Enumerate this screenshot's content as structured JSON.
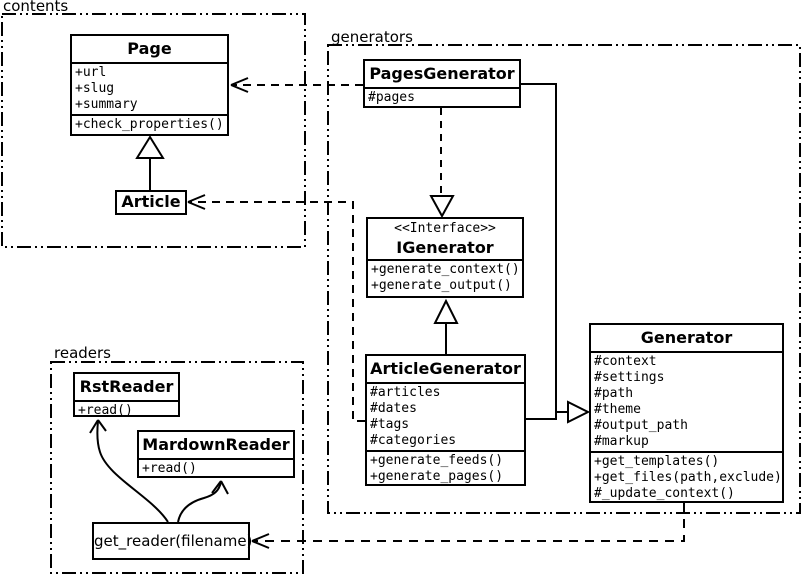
{
  "diagram": {
    "packages": {
      "contents": {
        "label": "contents"
      },
      "generators": {
        "label": "generators"
      },
      "readers": {
        "label": "readers"
      }
    },
    "classes": {
      "page": {
        "title": "Page",
        "attributes": [
          "+url",
          "+slug",
          "+summary"
        ],
        "methods": [
          "+check_properties()"
        ]
      },
      "article": {
        "title": "Article"
      },
      "pages_generator": {
        "title": "PagesGenerator",
        "attributes": [
          "#pages"
        ]
      },
      "igenerator": {
        "stereotype": "<<Interface>>",
        "title": "IGenerator",
        "methods": [
          "+generate_context()",
          "+generate_output()"
        ]
      },
      "article_generator": {
        "title": "ArticleGenerator",
        "attributes": [
          "#articles",
          "#dates",
          "#tags",
          "#categories"
        ],
        "methods": [
          "+generate_feeds()",
          "+generate_pages()"
        ]
      },
      "generator": {
        "title": "Generator",
        "attributes": [
          "#context",
          "#settings",
          "#path",
          "#theme",
          "#output_path",
          "#markup"
        ],
        "methods": [
          "+get_templates()",
          "+get_files(path,exclude)",
          "#_update_context()"
        ]
      },
      "rst_reader": {
        "title": "RstReader",
        "methods": [
          "+read()"
        ]
      },
      "markdown_reader": {
        "title": "MardownReader",
        "methods": [
          "+read()"
        ]
      },
      "get_reader": {
        "title": "get_reader(filename)"
      }
    },
    "colors": {
      "line": "#000000",
      "background": "#ffffff"
    }
  }
}
